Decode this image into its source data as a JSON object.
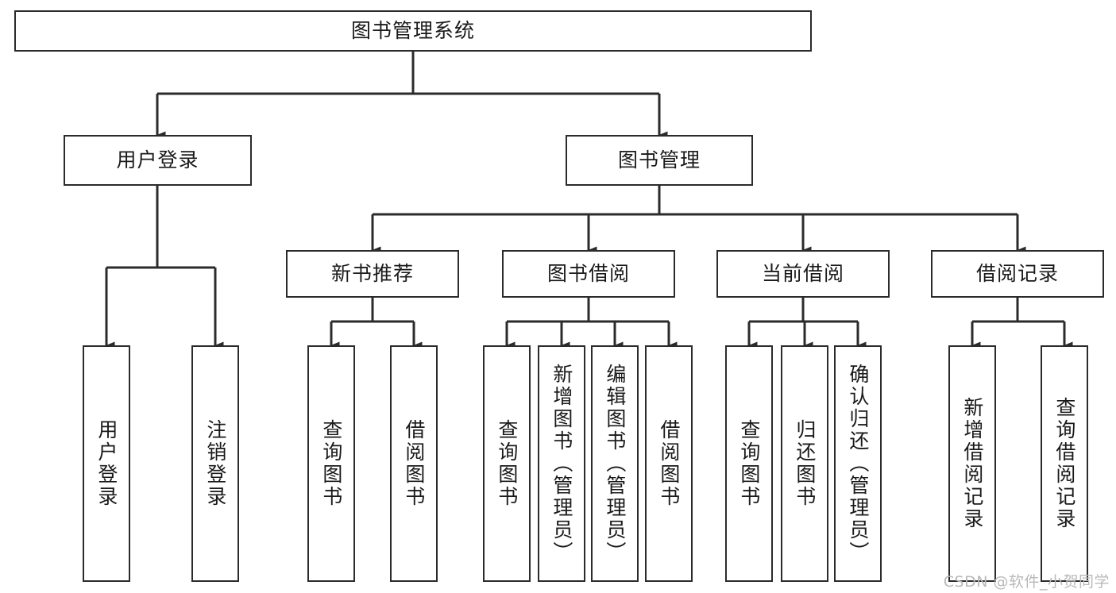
{
  "diagram": {
    "title_node": {
      "label": "图书管理系统"
    },
    "level1": [
      {
        "id": "user-login",
        "label": "用户登录"
      },
      {
        "id": "book-management",
        "label": "图书管理"
      }
    ],
    "level2": [
      {
        "id": "new-book-recommend",
        "label": "新书推荐"
      },
      {
        "id": "book-borrow",
        "label": "图书借阅"
      },
      {
        "id": "current-borrow",
        "label": "当前借阅"
      },
      {
        "id": "borrow-record",
        "label": "借阅记录"
      }
    ],
    "leaves": [
      {
        "id": "leaf-user-login",
        "label": "用户登录"
      },
      {
        "id": "leaf-logout-login",
        "label": "注销登录"
      },
      {
        "id": "leaf-query-book-1",
        "label": "查询图书"
      },
      {
        "id": "leaf-borrow-book-1",
        "label": "借阅图书"
      },
      {
        "id": "leaf-query-book-2",
        "label": "查询图书"
      },
      {
        "id": "leaf-add-book-admin",
        "label": "新增图书（管理员）"
      },
      {
        "id": "leaf-edit-book-admin",
        "label": "编辑图书（管理员）"
      },
      {
        "id": "leaf-borrow-book-2",
        "label": "借阅图书"
      },
      {
        "id": "leaf-query-book-3",
        "label": "查询图书"
      },
      {
        "id": "leaf-return-book",
        "label": "归还图书"
      },
      {
        "id": "leaf-confirm-return-admin",
        "label": "确认归还（管理员）"
      },
      {
        "id": "leaf-add-borrow-record",
        "label": "新增借阅记录"
      },
      {
        "id": "leaf-query-borrow-record",
        "label": "查询借阅记录"
      }
    ],
    "watermark": "CSDN @软件_小贺同学",
    "colors": {
      "stroke": "#2b2b2b",
      "background": "#ffffff",
      "text": "#1a1a1a",
      "watermark": "#b9b9b9"
    }
  }
}
